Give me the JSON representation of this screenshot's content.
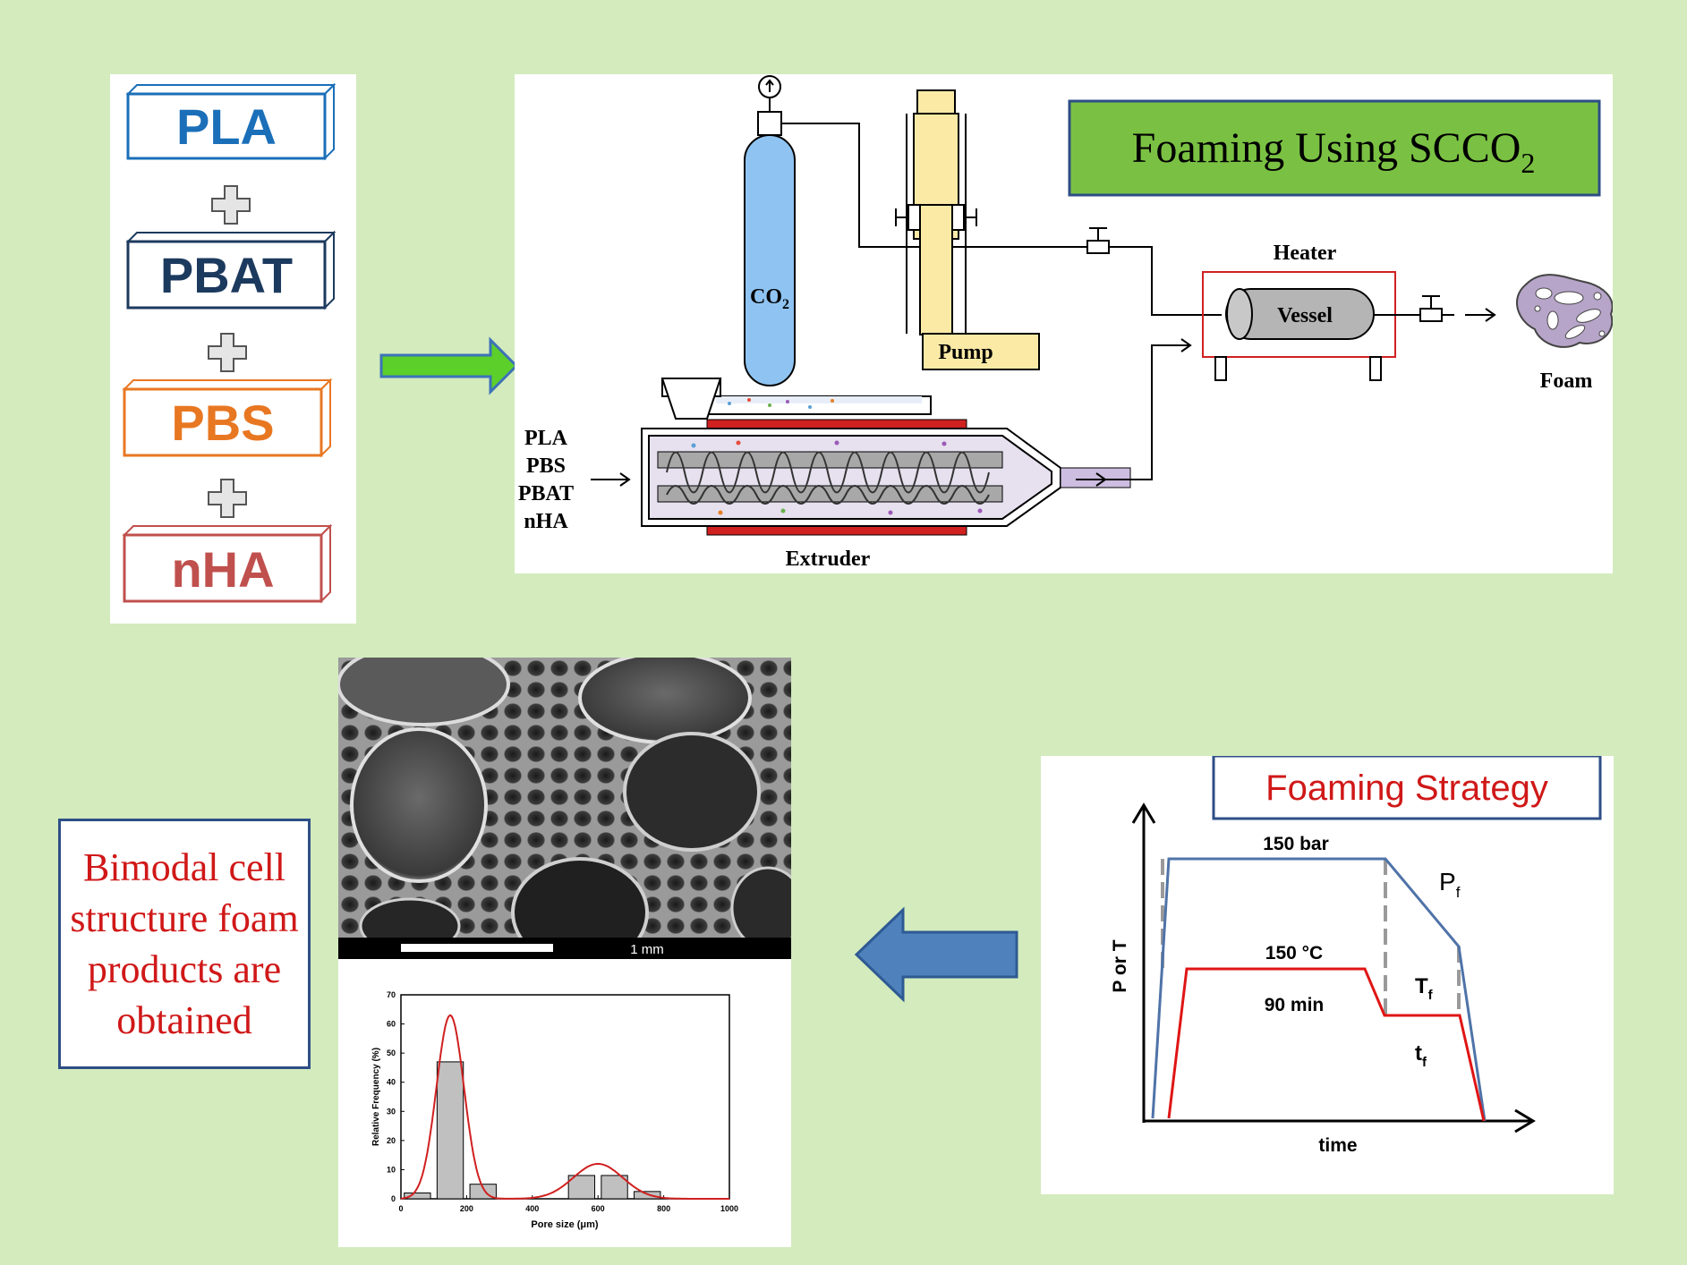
{
  "materials": [
    {
      "label": "PLA",
      "color": "#1a6fb8"
    },
    {
      "label": "PBAT",
      "color": "#1c3a5e"
    },
    {
      "label": "PBS",
      "color": "#e87722"
    },
    {
      "label": "nHA",
      "color": "#c0504d"
    }
  ],
  "process": {
    "title_main": "Foaming Using SCCO",
    "title_sub": "2",
    "co2_main": "CO",
    "co2_sub": "2",
    "pump": "Pump",
    "heater": "Heater",
    "vessel": "Vessel",
    "foam": "Foam",
    "extruder": "Extruder",
    "inputs": [
      "PLA",
      "PBS",
      "PBAT",
      "nHA"
    ]
  },
  "sem": {
    "scale_label": "1 mm"
  },
  "chart_data": {
    "type": "bar",
    "xlabel": "Pore size (μm)",
    "ylabel": "Relative Frequency (%)",
    "xlim": [
      0,
      1000
    ],
    "ylim": [
      0,
      70
    ],
    "x_ticks": [
      "0",
      "200",
      "400",
      "600",
      "800",
      "1000"
    ],
    "y_ticks": [
      "0",
      "10",
      "20",
      "30",
      "40",
      "50",
      "60",
      "70"
    ],
    "bins": [
      {
        "x": 50,
        "value": 2
      },
      {
        "x": 150,
        "value": 47
      },
      {
        "x": 250,
        "value": 5
      },
      {
        "x": 550,
        "value": 8
      },
      {
        "x": 650,
        "value": 8
      },
      {
        "x": 750,
        "value": 2.5
      }
    ],
    "fit_curve": {
      "peaks": [
        {
          "x": 150,
          "y": 63,
          "sigma": 42
        },
        {
          "x": 600,
          "y": 12,
          "sigma": 75
        }
      ]
    }
  },
  "strategy": {
    "title": "Foaming Strategy",
    "pressure_label": "150 bar",
    "temp_label": "150 °C",
    "time_label": "90 min",
    "pf_main": "P",
    "pf_sub": "f",
    "tf_main": "T",
    "tf_sub": "f",
    "tlow_main": "t",
    "tlow_sub": "f",
    "yaxis": "P or T",
    "xaxis": "time"
  },
  "result": {
    "text": "Bimodal cell structure foam products are obtained"
  },
  "colors": {
    "background": "#d3ebbd",
    "green_arrow": "#5ccf2a",
    "blue_arrow": "#4f81bd",
    "title_box": "#7ac143",
    "fit_curve": "#d02020"
  }
}
